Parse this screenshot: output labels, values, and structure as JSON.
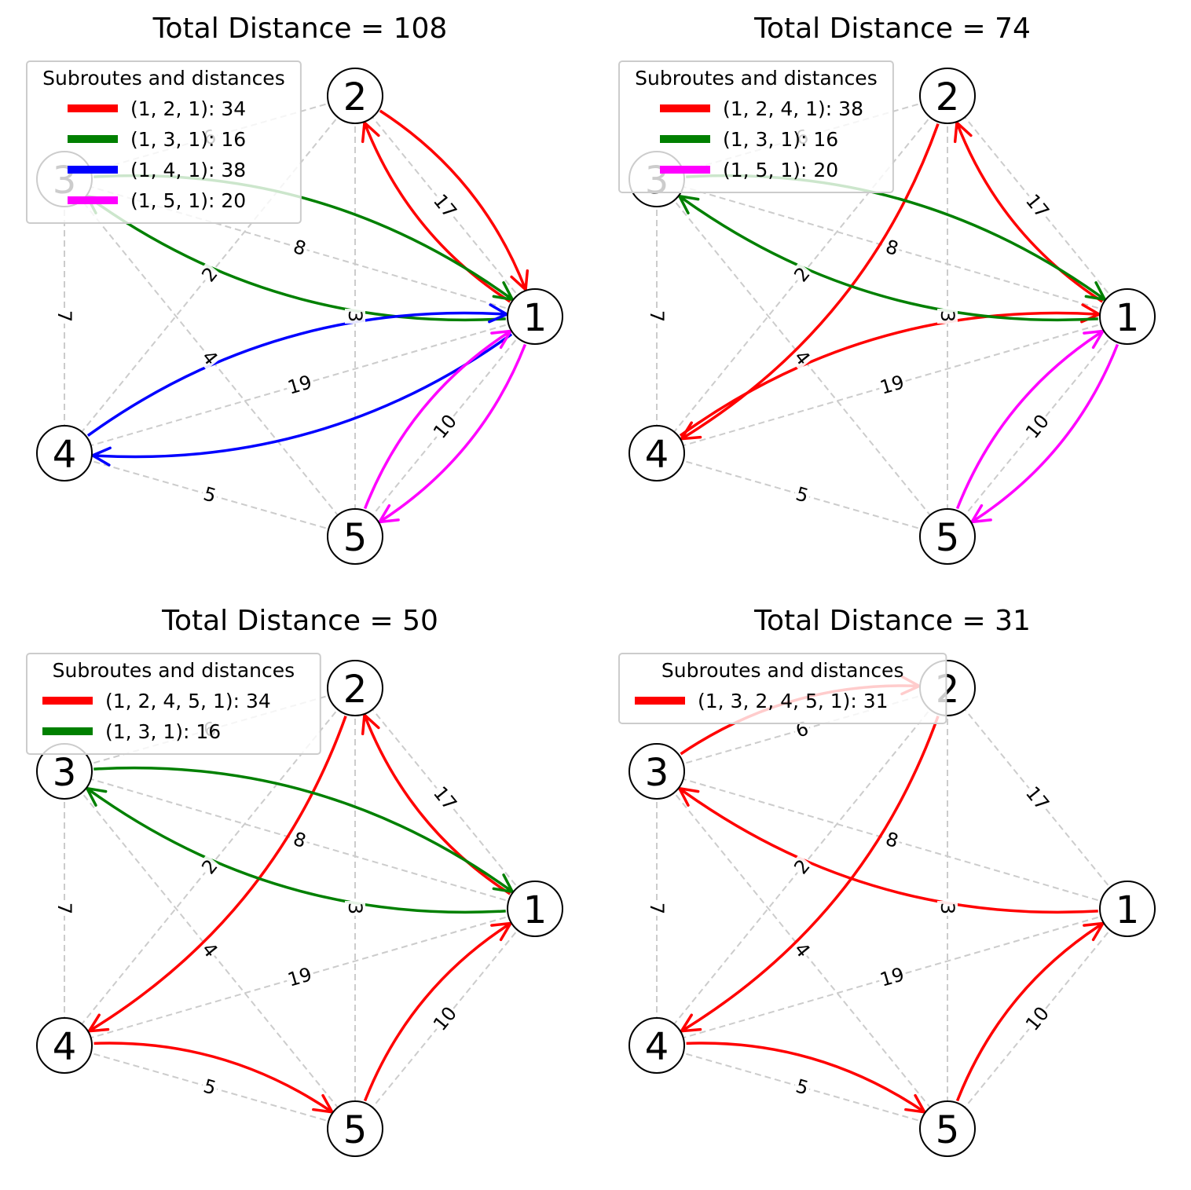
{
  "nodes": [
    "1",
    "2",
    "3",
    "4",
    "5"
  ],
  "edges": [
    {
      "a": "1",
      "b": "2",
      "d": "17"
    },
    {
      "a": "1",
      "b": "3",
      "d": "8"
    },
    {
      "a": "1",
      "b": "4",
      "d": "19"
    },
    {
      "a": "1",
      "b": "5",
      "d": "10"
    },
    {
      "a": "2",
      "b": "3",
      "d": "6"
    },
    {
      "a": "2",
      "b": "4",
      "d": "2"
    },
    {
      "a": "2",
      "b": "5",
      "d": "3"
    },
    {
      "a": "3",
      "b": "4",
      "d": "7"
    },
    {
      "a": "3",
      "b": "5",
      "d": "4"
    },
    {
      "a": "4",
      "b": "5",
      "d": "5"
    }
  ],
  "legend_title": "Subroutes and distances",
  "panels": [
    {
      "title": "Total Distance = 108",
      "routes": [
        {
          "label": "(1, 2, 1): 34",
          "color": "#ff0000",
          "path": [
            "1",
            "2",
            "1"
          ]
        },
        {
          "label": "(1, 3, 1): 16",
          "color": "#008000",
          "path": [
            "1",
            "3",
            "1"
          ]
        },
        {
          "label": "(1, 4, 1): 38",
          "color": "#0000ff",
          "path": [
            "1",
            "4",
            "1"
          ]
        },
        {
          "label": "(1, 5, 1): 20",
          "color": "#ff00ff",
          "path": [
            "1",
            "5",
            "1"
          ]
        }
      ]
    },
    {
      "title": "Total Distance = 74",
      "routes": [
        {
          "label": "(1, 2, 4, 1): 38",
          "color": "#ff0000",
          "path": [
            "1",
            "2",
            "4",
            "1"
          ]
        },
        {
          "label": "(1, 3, 1): 16",
          "color": "#008000",
          "path": [
            "1",
            "3",
            "1"
          ]
        },
        {
          "label": "(1, 5, 1): 20",
          "color": "#ff00ff",
          "path": [
            "1",
            "5",
            "1"
          ]
        }
      ]
    },
    {
      "title": "Total Distance = 50",
      "routes": [
        {
          "label": "(1, 2, 4, 5, 1): 34",
          "color": "#ff0000",
          "path": [
            "1",
            "2",
            "4",
            "5",
            "1"
          ]
        },
        {
          "label": "(1, 3, 1): 16",
          "color": "#008000",
          "path": [
            "1",
            "3",
            "1"
          ]
        }
      ]
    },
    {
      "title": "Total Distance = 31",
      "routes": [
        {
          "label": "(1, 3, 2, 4, 5, 1): 31",
          "color": "#ff0000",
          "path": [
            "1",
            "3",
            "2",
            "4",
            "5",
            "1"
          ]
        }
      ]
    }
  ]
}
